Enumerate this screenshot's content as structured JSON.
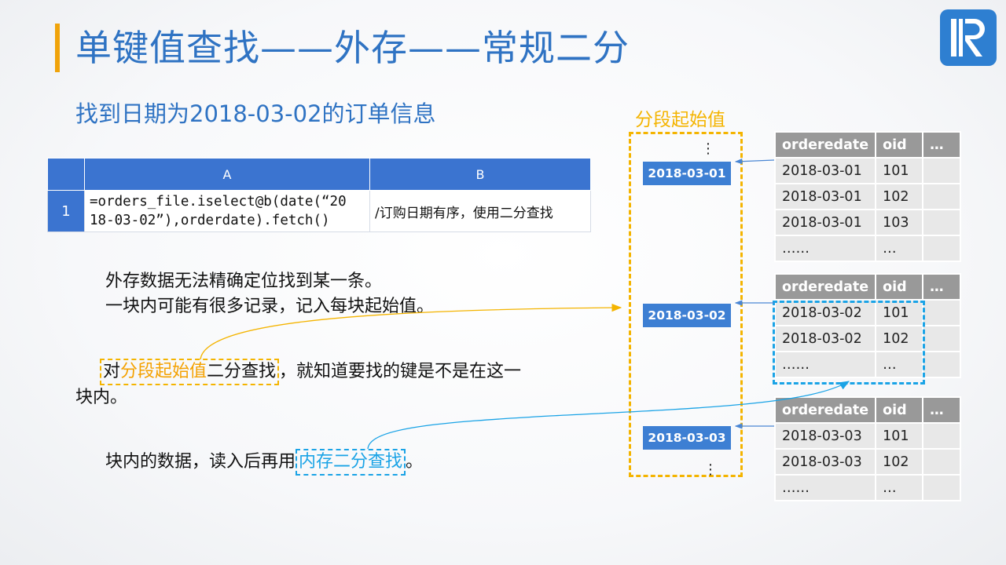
{
  "slide": {
    "title": "单键值查找——外存——常规二分",
    "subtitle": "找到日期为2018-03-02的订单信息"
  },
  "code_table": {
    "col_a": "A",
    "col_b": "B",
    "row_num": "1",
    "code_line1": "=orders_file.iselect@b(date(“20",
    "code_line2": "18-03-02”),orderdate).fetch()",
    "comment": "/订购日期有序，使用二分查找"
  },
  "text": {
    "line1": "外存数据无法精确定位找到某一条。",
    "line2": "一块内可能有很多记录，记入每块起始值。",
    "p2_pre": "对",
    "p2_hl1": "分段起始值",
    "p2_mid": "二分查找",
    "p2_post": "，就知道要找的键是不是在这一",
    "p2_line2": "块内。",
    "p3_pre": "块内的数据，读入后再用",
    "p3_hl": "内存二分查找",
    "p3_post": "。"
  },
  "segments": {
    "label": "分段起始值",
    "dots_top": "⋮",
    "dots_bottom": "⋮",
    "chips": [
      "2018-03-01",
      "2018-03-02",
      "2018-03-03"
    ]
  },
  "blocks": [
    {
      "header": [
        "orderedate",
        "oid",
        "…"
      ],
      "rows": [
        [
          "2018-03-01",
          "101",
          ""
        ],
        [
          "2018-03-01",
          "102",
          ""
        ],
        [
          "2018-03-01",
          "103",
          ""
        ],
        [
          "……",
          "…",
          ""
        ]
      ]
    },
    {
      "header": [
        "orderedate",
        "oid",
        "…"
      ],
      "rows": [
        [
          "2018-03-02",
          "101",
          ""
        ],
        [
          "2018-03-02",
          "102",
          ""
        ],
        [
          "……",
          "…",
          ""
        ]
      ]
    },
    {
      "header": [
        "orderedate",
        "oid",
        "…"
      ],
      "rows": [
        [
          "2018-03-03",
          "101",
          ""
        ],
        [
          "2018-03-03",
          "102",
          ""
        ],
        [
          "……",
          "…",
          ""
        ]
      ]
    }
  ],
  "colors": {
    "title_blue": "#2f73c3",
    "accent_orange": "#f4b400",
    "accent_blue": "#1aa3e6",
    "header_blue": "#3b74d0"
  },
  "icons": {
    "logo": "r-logo-icon"
  }
}
